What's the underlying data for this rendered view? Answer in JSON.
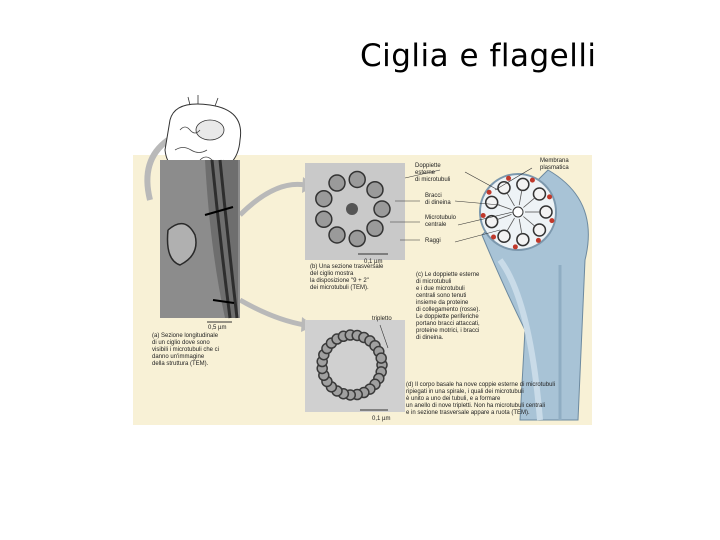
{
  "slide": {
    "title": "Ciglia e flagelli"
  },
  "figure": {
    "labels": {
      "outer_doublets": "Doppiette\nesterne\ndi microtubuli",
      "dynein_arms": "Bracci\ndi dineina",
      "central_microtubule": "Microtubulo\ncentrale",
      "radial_spokes": "Raggi",
      "plasma_membrane": "Membrana\nplasmatica",
      "triplet": "tripletto",
      "scale_a": "0,5 µm",
      "scale_b": "0,1 µm",
      "scale_d": "0,1 µm"
    },
    "captions": {
      "a": "(a)  Sezione longitudinale\n      di un ciglio dove sono\n      visibili i microtubuli che ci\n      danno un'immagine\n      della struttura (TEM).",
      "b": "(b)  Una sezione trasversale\n      del ciglio mostra\n      la disposizione \"9 + 2\"\n      dei microtubuli (TEM).",
      "c": "(c)  Le doppiette esterne\n      di microtubuli\n      e i due microtubuli\n      centrali sono tenuti\n      insieme da proteine\n      di collegamento (rosse).\n      Le doppiette periferiche\n      portano bracci attaccati,\n      proteine motrici, i bracci\n      di dineina.",
      "d": "(d)  Il corpo basale ha nove coppie esterne di microtubuli\n      ripiegati in una spirale, i quali dei microtubuli\n      è unito a uno dei tubuli, e a formare\n      un anello di nove tripletti. Non ha microtubuli centrali\n      e in sezione trasversale appare a ruota (TEM)."
    }
  }
}
